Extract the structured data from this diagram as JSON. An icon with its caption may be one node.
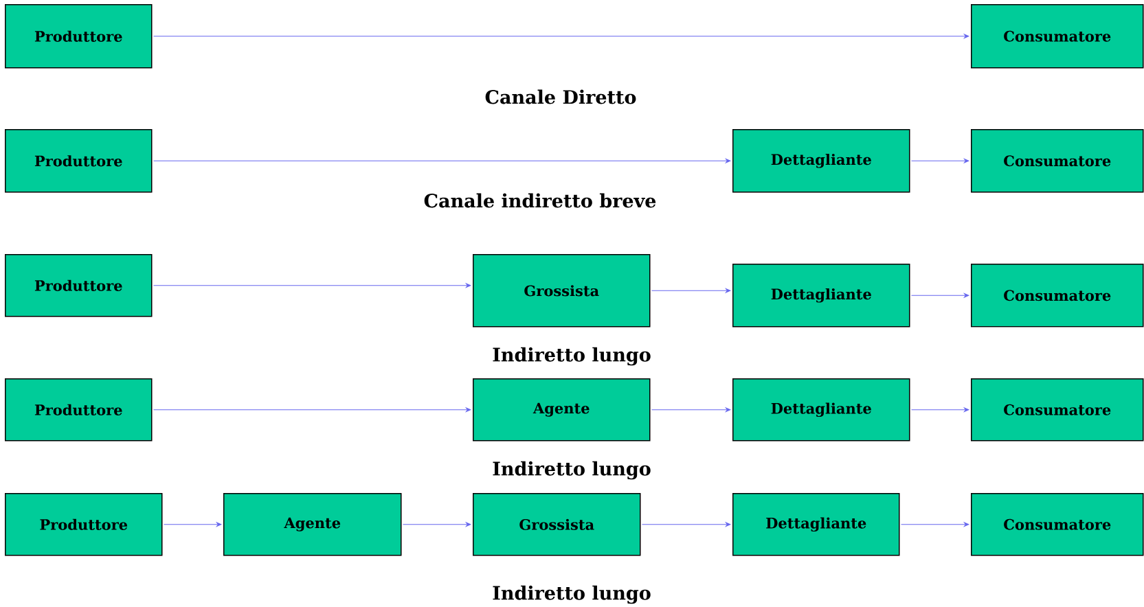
{
  "diagram": {
    "nodes": [
      {
        "text": [
          "Produttore"
        ]
      },
      {
        "text": [
          "Consumatore"
        ]
      },
      {
        "text": [
          "Produttore"
        ]
      },
      {
        "text": [
          "Dettagliante"
        ]
      },
      {
        "text": [
          "Consumatore"
        ]
      },
      {
        "text": [
          "Produttore"
        ]
      },
      {
        "text": [
          "Grossista"
        ]
      },
      {
        "text": [
          "Dettagliante"
        ]
      },
      {
        "text": [
          "Consumatore"
        ]
      },
      {
        "text": [
          "Produttore"
        ]
      },
      {
        "text": [
          "Agente"
        ]
      },
      {
        "text": [
          "Dettagliante"
        ]
      },
      {
        "text": [
          "Consumatore"
        ]
      },
      {
        "text": [
          "Produttore"
        ]
      },
      {
        "text": [
          "Agente"
        ]
      },
      {
        "text": [
          "Grossista"
        ]
      },
      {
        "text": [
          "Dettagliante"
        ]
      },
      {
        "text": [
          "Consumatore"
        ]
      }
    ],
    "edges": [
      {
        "from": 0,
        "to": 1,
        "arrow": "to"
      },
      {
        "from": 2,
        "to": 3,
        "arrow": "to"
      },
      {
        "from": 3,
        "to": 4,
        "arrow": "to"
      },
      {
        "from": 5,
        "to": 6,
        "arrow": "to"
      },
      {
        "from": 6,
        "to": 7,
        "arrow": "to"
      },
      {
        "from": 7,
        "to": 8,
        "arrow": "to"
      },
      {
        "from": 9,
        "to": 10,
        "arrow": "to"
      },
      {
        "from": 10,
        "to": 11,
        "arrow": "to"
      },
      {
        "from": 11,
        "to": 12,
        "arrow": "to"
      },
      {
        "from": 13,
        "to": 14,
        "arrow": "to"
      },
      {
        "from": 14,
        "to": 15,
        "arrow": "to"
      },
      {
        "from": 15,
        "to": 16,
        "arrow": "to"
      },
      {
        "from": 16,
        "to": 17,
        "arrow": "to"
      }
    ],
    "labels": [
      "Canale Diretto",
      "Canale indiretto breve",
      "Indiretto lungo",
      "Indiretto lungo",
      "Indiretto lungo"
    ]
  }
}
